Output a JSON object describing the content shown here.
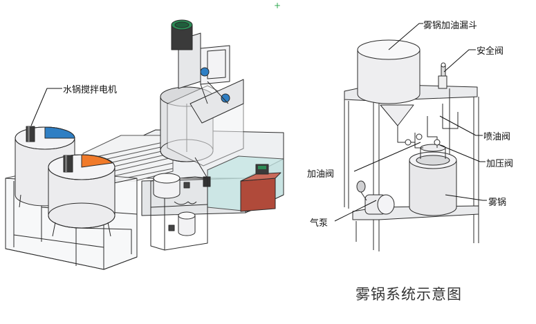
{
  "colors": {
    "outline": "#2a2a2a",
    "metal": "#e8e8ea",
    "tank": "#ececee",
    "blue_lid": "#2f7fc4",
    "orange_lid": "#f07a2a",
    "green_cap": "#2c8a55",
    "glass": "#c7e7e5",
    "red_box": "#b04a3a",
    "leader": "#111111"
  },
  "left_labels": {
    "stir_motor": "水锅搅拌电机"
  },
  "right_labels": {
    "funnel": "雾锅加油漏斗",
    "safety_valve": "安全阀",
    "spray_valve": "喷油阀",
    "fill_valve": "加油阀",
    "press_valve": "加压阀",
    "fog_pot": "雾锅",
    "air_pump": "气泵"
  },
  "caption": "雾锅系统示意图",
  "cursor_mark": "+"
}
